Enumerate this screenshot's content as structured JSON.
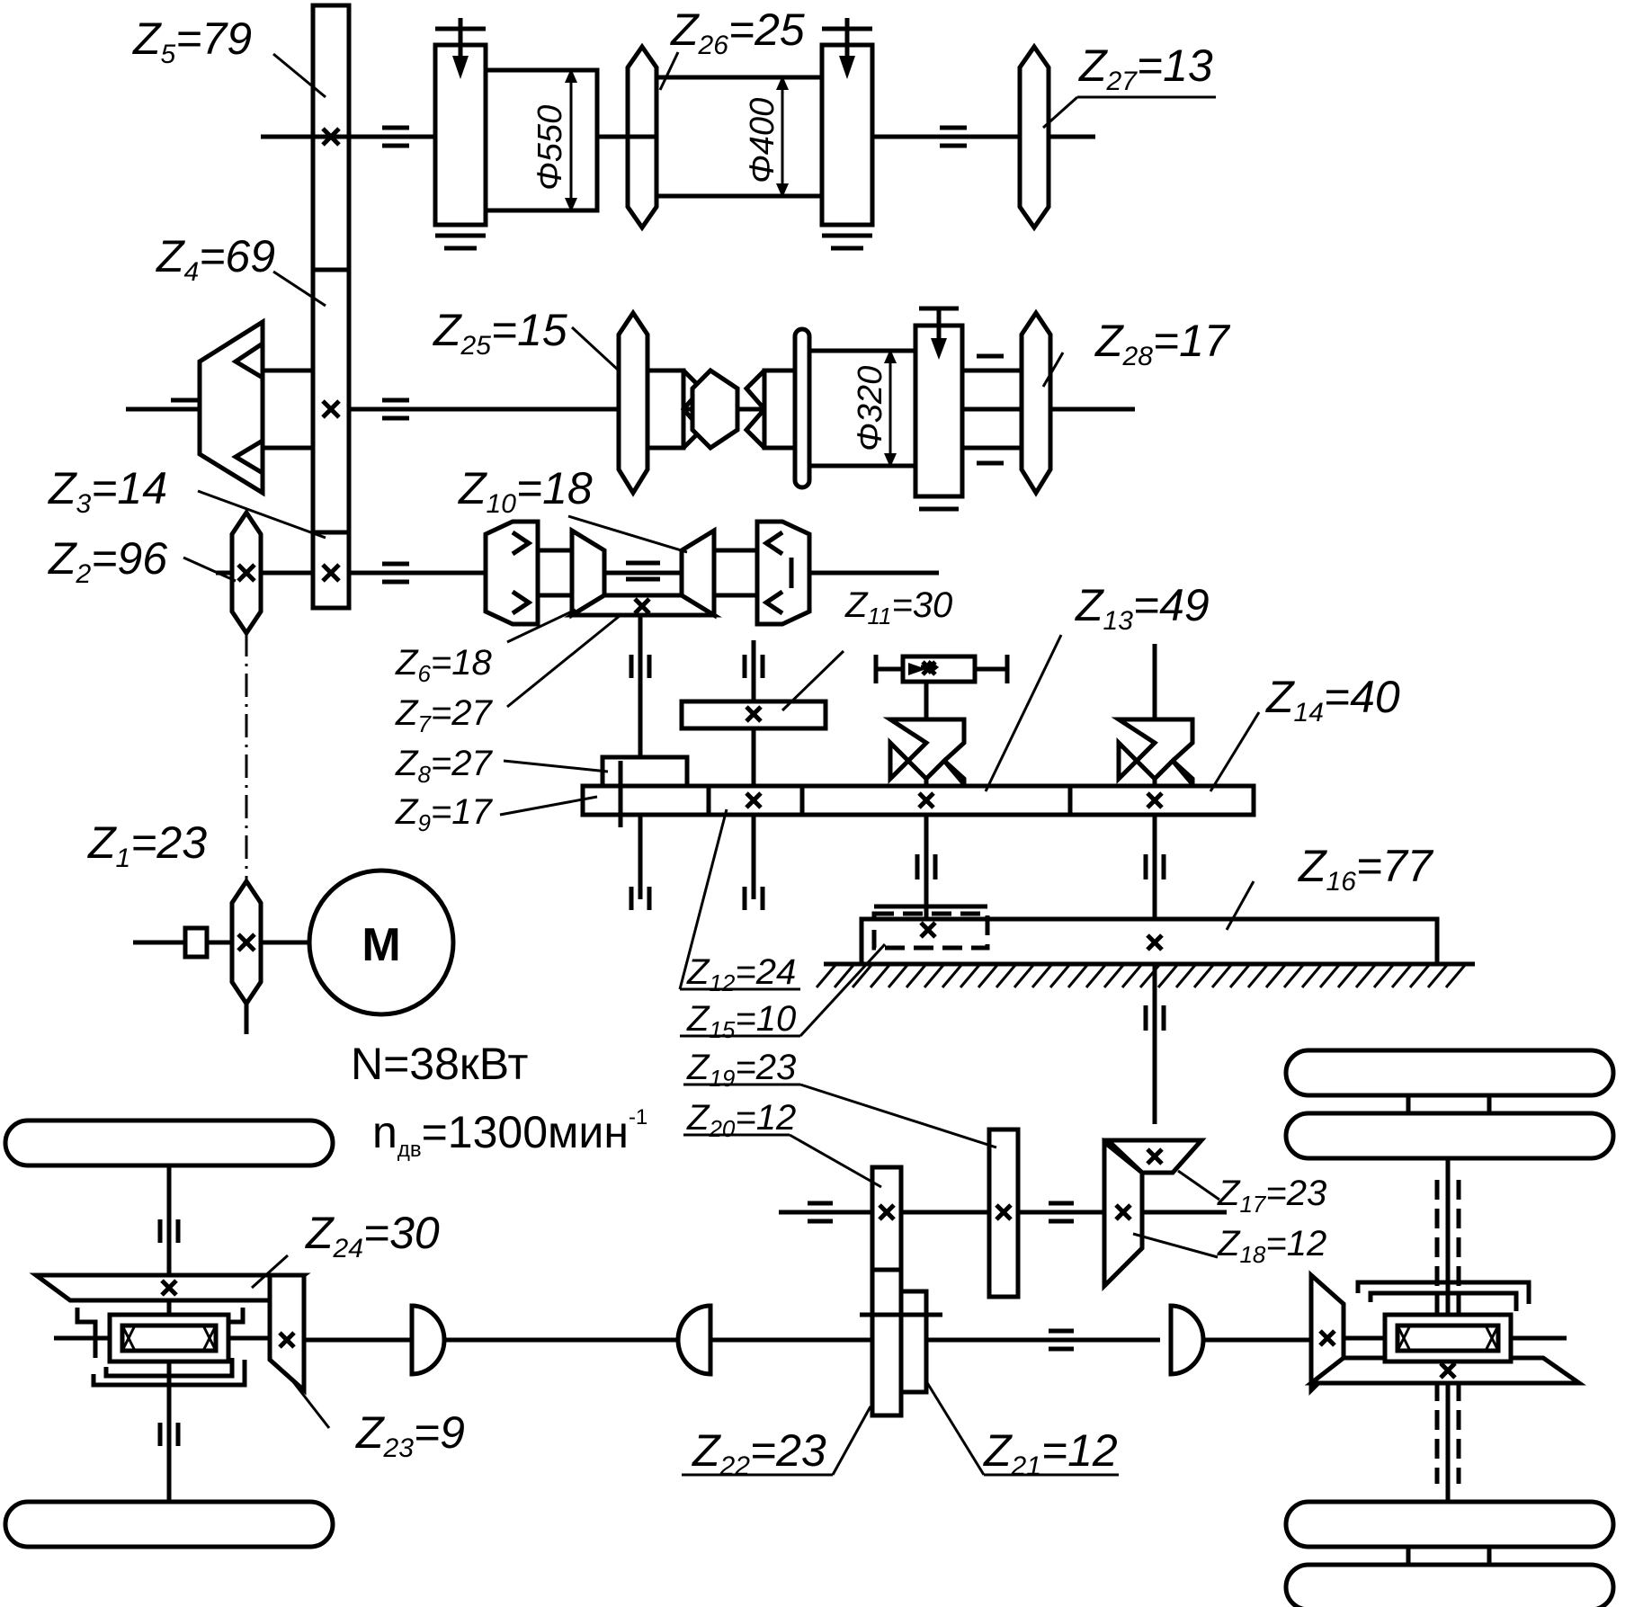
{
  "gears": {
    "z1": {
      "prefix": "Z",
      "sub": "1",
      "value": "=23"
    },
    "z2": {
      "prefix": "Z",
      "sub": "2",
      "value": "=96"
    },
    "z3": {
      "prefix": "Z",
      "sub": "3",
      "value": "=14"
    },
    "z4": {
      "prefix": "Z",
      "sub": "4",
      "value": "=69"
    },
    "z5": {
      "prefix": "Z",
      "sub": "5",
      "value": "=79"
    },
    "z6": {
      "prefix": "Z",
      "sub": "6",
      "value": "=18"
    },
    "z7": {
      "prefix": "Z",
      "sub": "7",
      "value": "=27"
    },
    "z8": {
      "prefix": "Z",
      "sub": "8",
      "value": "=27"
    },
    "z9": {
      "prefix": "Z",
      "sub": "9",
      "value": "=17"
    },
    "z10": {
      "prefix": "Z",
      "sub": "10",
      "value": "=18"
    },
    "z11": {
      "prefix": "Z",
      "sub": "11",
      "value": "=30"
    },
    "z12": {
      "prefix": "Z",
      "sub": "12",
      "value": "=24"
    },
    "z13": {
      "prefix": "Z",
      "sub": "13",
      "value": "=49"
    },
    "z14": {
      "prefix": "Z",
      "sub": "14",
      "value": "=40"
    },
    "z15": {
      "prefix": "Z",
      "sub": "15",
      "value": "=10"
    },
    "z16": {
      "prefix": "Z",
      "sub": "16",
      "value": "=77"
    },
    "z17": {
      "prefix": "Z",
      "sub": "17",
      "value": "=23"
    },
    "z18": {
      "prefix": "Z",
      "sub": "18",
      "value": "=12"
    },
    "z19": {
      "prefix": "Z",
      "sub": "19",
      "value": "=23"
    },
    "z20": {
      "prefix": "Z",
      "sub": "20",
      "value": "=12"
    },
    "z21": {
      "prefix": "Z",
      "sub": "21",
      "value": "=12"
    },
    "z22": {
      "prefix": "Z",
      "sub": "22",
      "value": "=23"
    },
    "z23": {
      "prefix": "Z",
      "sub": "23",
      "value": "=9"
    },
    "z24": {
      "prefix": "Z",
      "sub": "24",
      "value": "=30"
    },
    "z25": {
      "prefix": "Z",
      "sub": "25",
      "value": "=15"
    },
    "z26": {
      "prefix": "Z",
      "sub": "26",
      "value": "=25"
    },
    "z27": {
      "prefix": "Z",
      "sub": "27",
      "value": "=13"
    },
    "z28": {
      "prefix": "Z",
      "sub": "28",
      "value": "=17"
    }
  },
  "diameters": {
    "d550": "Φ550",
    "d400": "Φ400",
    "d320": "Φ320"
  },
  "motor": {
    "symbol": "M",
    "power": "N=38кВт",
    "speed_prefix": "n",
    "speed_sub": "дв",
    "speed_value": "=1300мин",
    "speed_exp": "-1"
  }
}
